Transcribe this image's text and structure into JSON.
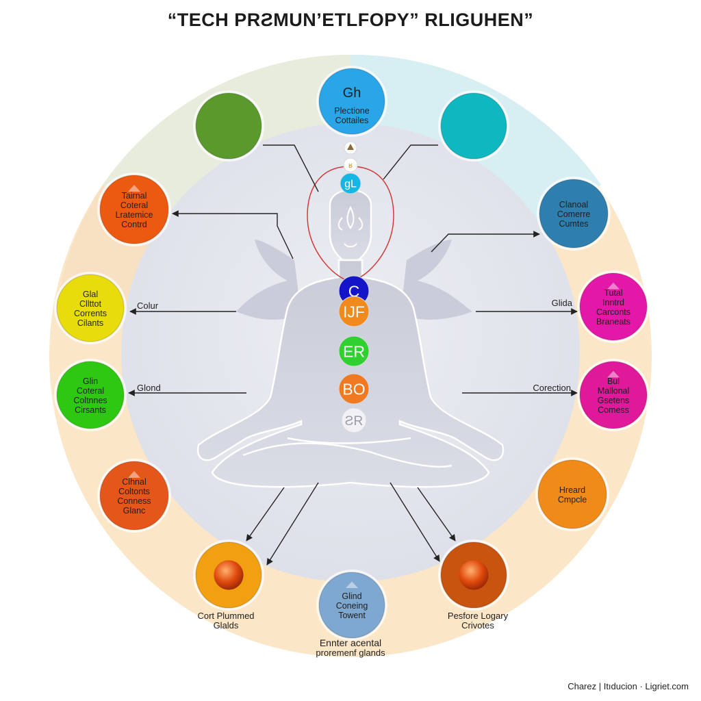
{
  "title": "“TECH PRƧMUN’ETLFOPY” RLIGUHEN”",
  "footer": "Charez | Itıducion · Ligriet.com",
  "chakras": [
    {
      "id": "crown-symbol",
      "label": "",
      "color": "#ffffff",
      "text_color": "#8a6a3a"
    },
    {
      "id": "crown-glyph",
      "label": "ʁ",
      "color": "#ffffff",
      "text_color": "#c98b2e"
    },
    {
      "id": "third-eye",
      "label": "gL",
      "color": "#15b6e3",
      "text_color": "#ffffff"
    },
    {
      "id": "throat",
      "label": "C",
      "color": "#1414c8",
      "text_color": "#ffffff"
    },
    {
      "id": "heart",
      "label": "IJF",
      "color": "#f08a1c",
      "text_color": "#ffffff"
    },
    {
      "id": "solar",
      "label": "ER",
      "color": "#2fd02f",
      "text_color": "#ffffff"
    },
    {
      "id": "sacral",
      "label": "BO",
      "color": "#ef7a22",
      "text_color": "#ffffff"
    },
    {
      "id": "root",
      "label": "ƧR",
      "color": "#f2f2f6",
      "text_color": "#9a9aa8"
    }
  ],
  "nodes": [
    {
      "id": "top-center",
      "lines": [
        "Gh",
        "Plectione",
        "Cottailes"
      ],
      "color": "#29a6e8",
      "big_first": true
    },
    {
      "id": "top-left",
      "lines": [],
      "color": "#5a9a2c"
    },
    {
      "id": "top-right",
      "lines": [],
      "color": "#0fb8c0"
    },
    {
      "id": "left-1",
      "lines": [
        "Tairnal",
        "Coteral",
        "Lratemice",
        "Contrd"
      ],
      "color": "#ec5a12",
      "triangle": true
    },
    {
      "id": "left-2",
      "lines": [
        "Glal",
        "Cllttot",
        "Corrents",
        "Cilants"
      ],
      "color": "#e8dc0c"
    },
    {
      "id": "left-3",
      "lines": [
        "Glin",
        "Coteral",
        "Coltnnes",
        "Cirsants"
      ],
      "color": "#2ec812"
    },
    {
      "id": "left-4",
      "lines": [
        "Clhnal",
        "Coltonts",
        "Conness",
        "Glanc"
      ],
      "color": "#e4561a",
      "triangle": true
    },
    {
      "id": "right-1",
      "lines": [
        "Clanoal",
        "Comerre",
        "Cumtes"
      ],
      "color": "#2f7fae"
    },
    {
      "id": "right-2",
      "lines": [
        "Tutal",
        "Inntrd",
        "Carconts",
        "Braneats"
      ],
      "color": "#e418a8",
      "triangle": true
    },
    {
      "id": "right-3",
      "lines": [
        "Bul",
        "Mallonal",
        "Gsetens",
        "Comess"
      ],
      "color": "#e0189a",
      "triangle": true
    },
    {
      "id": "right-4",
      "lines": [
        "Hreard",
        "Cmpcle"
      ],
      "color": "#f08a18"
    },
    {
      "id": "bottom-left",
      "lines": [],
      "color": "#f0a010",
      "orb": "#e05010"
    },
    {
      "id": "bottom-center",
      "lines": [
        "Glind",
        "Coneing",
        "Towent"
      ],
      "color": "#7fa8d0",
      "triangle": true
    },
    {
      "id": "bottom-right",
      "lines": [],
      "color": "#c85410",
      "orb": "#e03010"
    }
  ],
  "edge_labels": {
    "colur": "Colur",
    "glond": "Glond",
    "glida": "Glida",
    "corection": "Corection"
  },
  "captions": {
    "bottom_left": [
      "Cort Plummed",
      "Glalds"
    ],
    "bottom_right": [
      "Pesfore Logary",
      "Crivotes"
    ],
    "bottom_center": [
      "Ennter acental",
      "proremenf glands"
    ]
  }
}
